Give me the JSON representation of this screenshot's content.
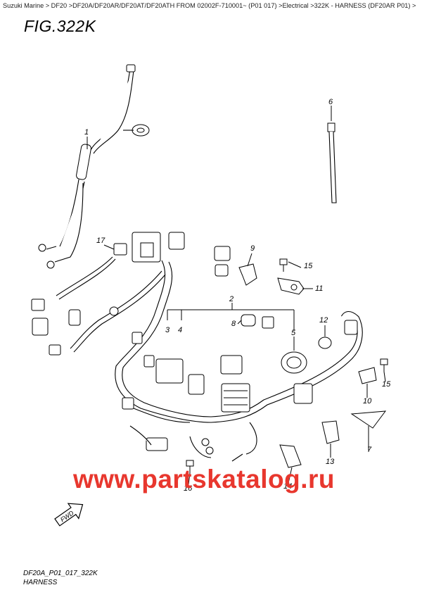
{
  "breadcrumb": "Suzuki Marine > DF20 >DF20A/DF20AR/DF20AT/DF20ATH FROM 02002F-710001~ (P01 017) >Electrical >322K - HARNESS (DF20AR P01) >",
  "figure_title": "FIG.322K",
  "callouts": [
    "1",
    "2",
    "3",
    "4",
    "5",
    "6",
    "7",
    "8",
    "9",
    "10",
    "11",
    "12",
    "13",
    "14",
    "15",
    "15",
    "16",
    "17"
  ],
  "fwd_label": "FWD",
  "watermark": "www.partskatalog.ru",
  "footer": {
    "code": "DF20A_P01_017_322K",
    "name": "HARNESS"
  },
  "colors": {
    "watermark": "#e8372e",
    "line": "#000000"
  }
}
